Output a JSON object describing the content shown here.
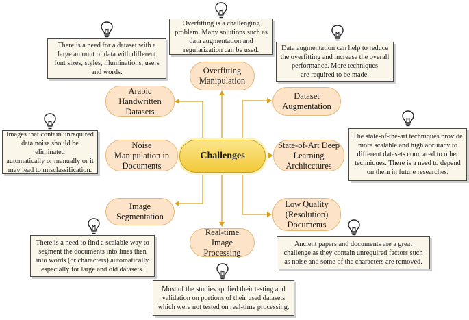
{
  "center": {
    "label": "Challenges"
  },
  "topics": [
    {
      "id": "overfitting",
      "label": "Overfitting\nManipulation"
    },
    {
      "id": "arabic",
      "label": "Arabic\nHandwritten\nDatasets"
    },
    {
      "id": "dataset-aug",
      "label": "Dataset\nAugmentation"
    },
    {
      "id": "noise",
      "label": "Noise\nManipulation in\nDocuments"
    },
    {
      "id": "sota",
      "label": "State-of-Art Deep\nLearning\nArchitcctures"
    },
    {
      "id": "image-seg",
      "label": "Image\nSegmentation"
    },
    {
      "id": "low-quality",
      "label": "Low Quality\n(Resolution)\nDocuments"
    },
    {
      "id": "realtime",
      "label": "Real-time Image\nProcessing"
    }
  ],
  "notes": [
    {
      "id": "overfitting",
      "text": "Overfitting is a challenging\nproblem. Many solutions such as\ndata augmentation and\nregularization can be used."
    },
    {
      "id": "arabic",
      "text": "There is a need for a dataset with a\nlarge amount of data with different\nfont sizes, styles, illuminations, users\nand words."
    },
    {
      "id": "dataset-aug",
      "text": "Data augmentation can help to reduce\nthe overfitting and increase the overall\nperformance. More techniques\nare required to be made."
    },
    {
      "id": "noise",
      "text": "Images that contain unrequired\ndata noise should be eliminated\nautomatically or manually or it\nmay lead to misclassification."
    },
    {
      "id": "sota",
      "text": "The state-of-the-art techniques provide\nmore scalable and high accuracy to\ndifferent datasets compared to other\ntechniques. There is a need to depend\non them in future researches."
    },
    {
      "id": "image-seg",
      "text": "There is a need to find a scalable way to\nsegment the documents into lines then\ninto words (or characters) automatically\nespecially for large and old datasets."
    },
    {
      "id": "low-quality",
      "text": "Ancient papers and documents are a great\nchallenge as they contain unrequired factors such\nas noise and some of the characters are removed."
    },
    {
      "id": "realtime",
      "text": "Most of the studies applied their testing and\nvalidation on portions of their used datasets\nwhich were not tested on real-time processing."
    }
  ],
  "colors": {
    "center_fill": "#f3c93a",
    "topic_fill": "#fde4c8",
    "topic_border": "#e9b877",
    "note_fill": "#fbf6ea",
    "connector": "#d9a21b"
  },
  "icons": {
    "note_marker": "lightbulb-icon"
  }
}
